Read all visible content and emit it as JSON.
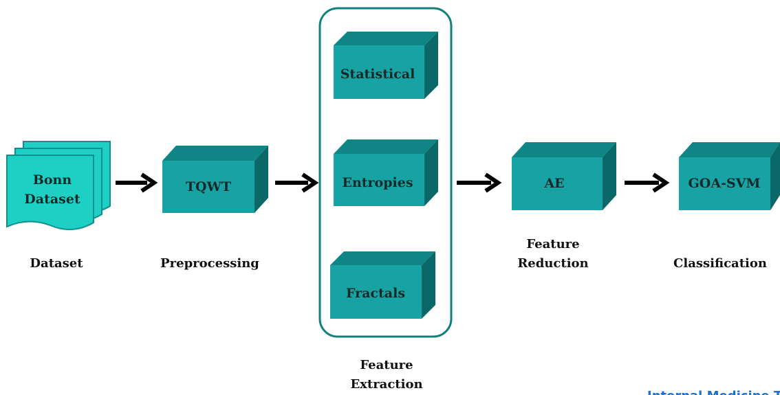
{
  "nodes": {
    "dataset_doc": {
      "line1": "Bonn",
      "line2": "Dataset"
    },
    "tqwt": "TQWT",
    "statistical": "Statistical",
    "entropies": "Entropies",
    "fractals": "Fractals",
    "ae": "AE",
    "goa_svm": "GOA-SVM"
  },
  "captions": {
    "dataset": "Dataset",
    "preprocessing": "Preprocessing",
    "feature_extraction": {
      "line1": "Feature",
      "line2": "Extraction"
    },
    "feature_reduction": {
      "line1": "Feature",
      "line2": "Reduction"
    },
    "classification": "Classification"
  },
  "watermark": "Internal Medicine To",
  "colors": {
    "box_front": "#17a3a3",
    "box_top": "#0f8585",
    "box_side": "#0b6868",
    "doc_fill": "#1ecfc4",
    "doc_stroke": "#0e8f8f",
    "group_border": "#127f7f",
    "arrow": "#000000",
    "watermark": "#1d6fd1"
  }
}
